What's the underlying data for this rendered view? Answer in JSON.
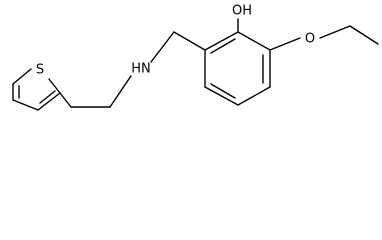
{
  "molecule": {
    "atoms": {
      "hydroxyl": "OH",
      "ether_oxygen": "O",
      "amine": "HN",
      "sulfur": "S"
    }
  },
  "colors": {
    "bond": "#000000",
    "label": "#000000",
    "background": "#ffffff"
  }
}
